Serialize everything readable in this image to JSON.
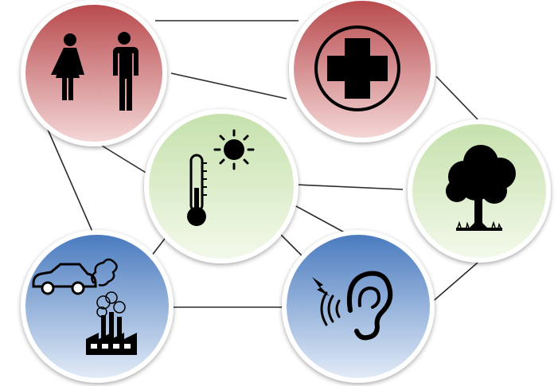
{
  "diagram": {
    "nodes": [
      {
        "id": "people",
        "icon": "people-icon",
        "theme": "red"
      },
      {
        "id": "health",
        "icon": "medical-cross-icon",
        "theme": "red"
      },
      {
        "id": "climate",
        "icon": "thermometer-sun-icon",
        "theme": "green"
      },
      {
        "id": "nature",
        "icon": "tree-icon",
        "theme": "green"
      },
      {
        "id": "pollution",
        "icon": "car-factory-smoke-icon",
        "theme": "blue"
      },
      {
        "id": "noise",
        "icon": "ear-noise-icon",
        "theme": "blue"
      }
    ],
    "edges": [
      [
        "people",
        "health"
      ],
      [
        "people",
        "climate"
      ],
      [
        "people",
        "pollution"
      ],
      [
        "health",
        "nature"
      ],
      [
        "health",
        "climate"
      ],
      [
        "climate",
        "nature"
      ],
      [
        "climate",
        "noise"
      ],
      [
        "climate",
        "pollution"
      ],
      [
        "pollution",
        "noise"
      ],
      [
        "noise",
        "nature"
      ]
    ]
  },
  "colors": {
    "red_top": "#b84b4e",
    "red_bottom": "#f3d4d4",
    "green_top": "#c9e3b2",
    "green_bottom": "#f1f8e8",
    "blue_top": "#4f7fc1",
    "blue_bottom": "#dde8f6",
    "ring": "#ffffff",
    "line": "#2b2b2b",
    "icon": "#000000"
  }
}
